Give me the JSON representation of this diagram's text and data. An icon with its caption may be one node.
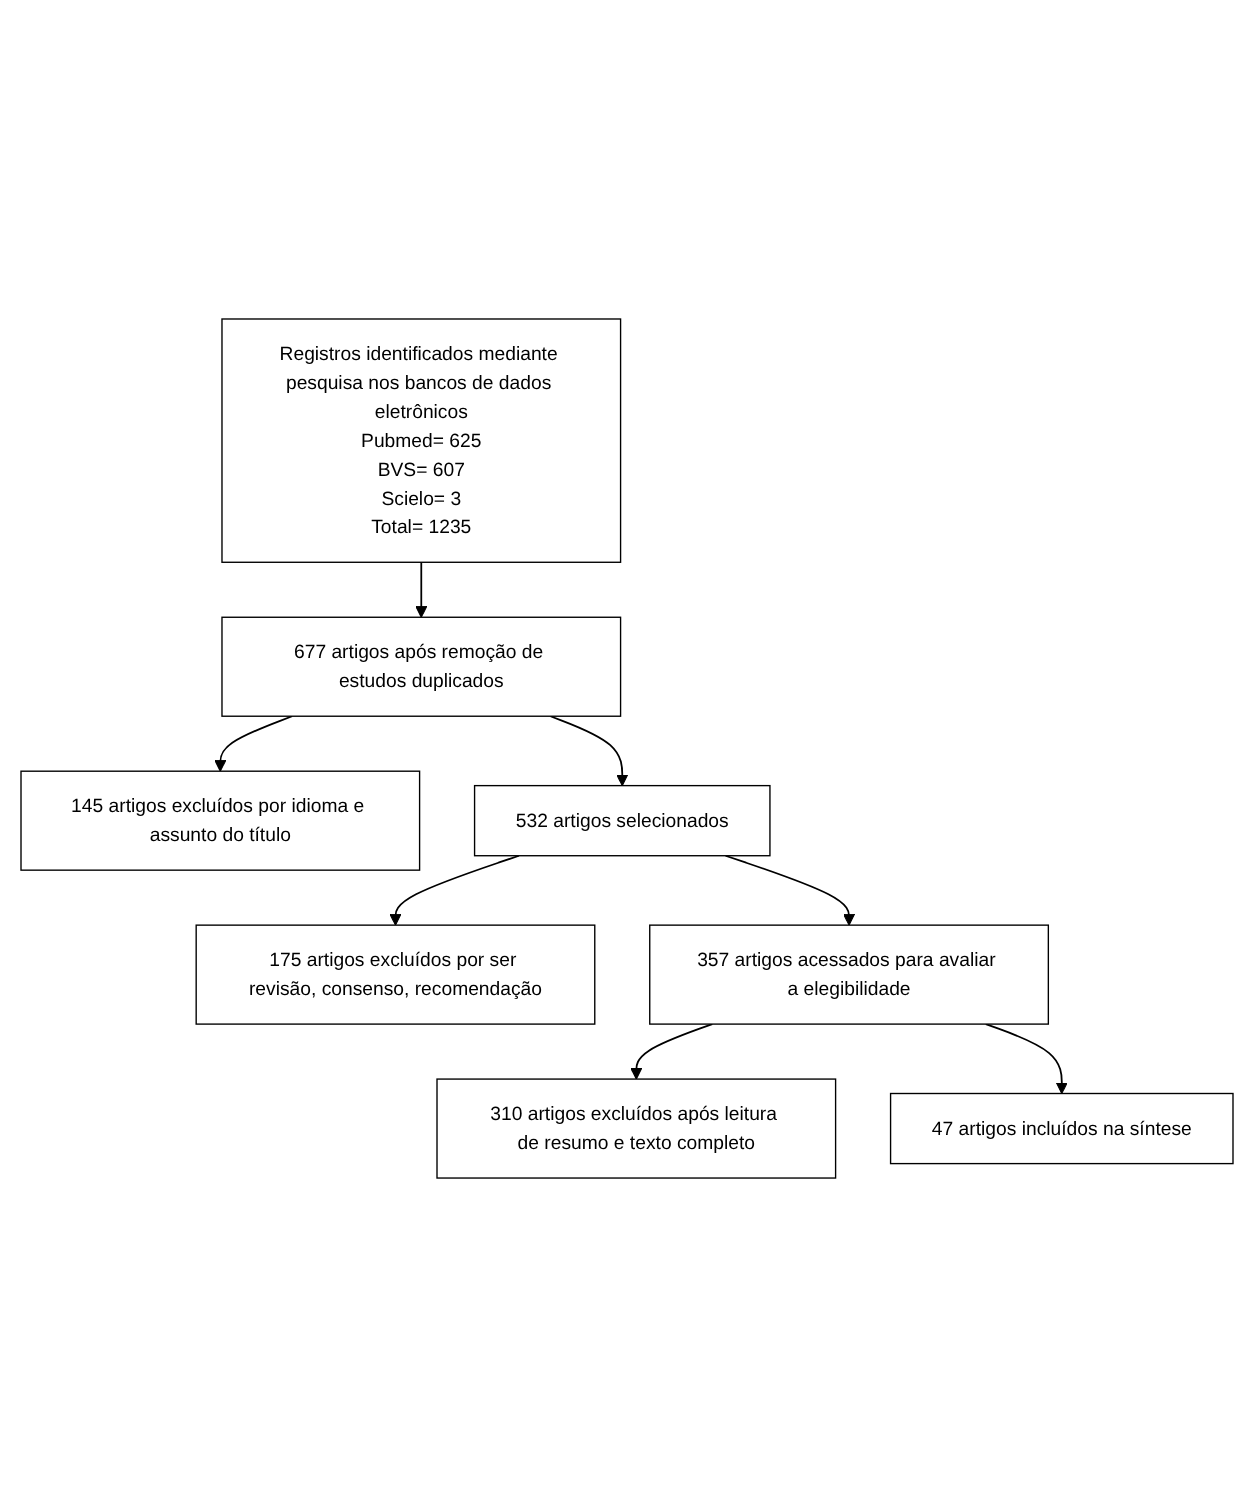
{
  "diagram": {
    "nodes": [
      {
        "text": [
          "Registros identificados mediante pesquisa nos bancos de dados eletrônicos",
          "Pubmed= 625",
          "BVS= 607",
          "Scielo= 3",
          "Total= 1235"
        ]
      },
      {
        "text": [
          "677 artigos após remoção de estudos duplicados"
        ]
      },
      {
        "text": [
          "145 artigos excluídos por idioma e assunto do título"
        ]
      },
      {
        "text": [
          "532 artigos selecionados"
        ]
      },
      {
        "text": [
          "175 artigos excluídos por ser revisão, consenso, recomendação"
        ]
      },
      {
        "text": [
          "357 artigos acessados para avaliar a elegibilidade"
        ]
      },
      {
        "text": [
          "310 artigos excluídos após leitura de resumo e texto completo"
        ]
      },
      {
        "text": [
          "47 artigos incluídos na síntese"
        ]
      }
    ],
    "edges": [
      {
        "from": 0,
        "to": 1,
        "arrow": "to"
      },
      {
        "from": 1,
        "to": 2,
        "arrow": "to"
      },
      {
        "from": 1,
        "to": 3,
        "arrow": "to"
      },
      {
        "from": 3,
        "to": 4,
        "arrow": "to"
      },
      {
        "from": 3,
        "to": 5,
        "arrow": "to"
      },
      {
        "from": 5,
        "to": 6,
        "arrow": "to"
      },
      {
        "from": 5,
        "to": 7,
        "arrow": "to"
      }
    ]
  }
}
